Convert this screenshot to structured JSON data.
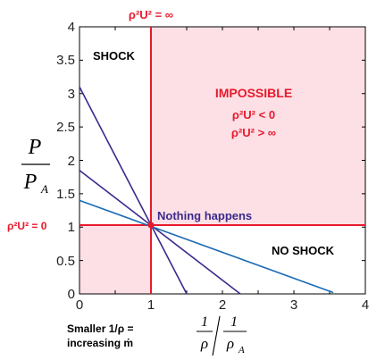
{
  "top_label": "ρ²U² = ∞",
  "left_label": "ρ²U² = 0",
  "region_shock": "SHOCK",
  "region_no_shock": "NO SHOCK",
  "region_impossible": "IMPOSSIBLE",
  "impossible_cond_1": "ρ²U² < 0",
  "impossible_cond_2": "ρ²U² > ∞",
  "center_label": "Nothing happens",
  "note_line1": "Smaller 1/ρ =",
  "note_line2": "increasing ṁ",
  "y_axis": {
    "num": "P",
    "den_main": "P",
    "den_sub": "A"
  },
  "x_axis": {
    "num1": "1",
    "den1": "ρ",
    "num2": "1",
    "den2_main": "ρ",
    "den2_sub": "A"
  },
  "x_ticks": [
    "0",
    "1",
    "2",
    "3",
    "4"
  ],
  "y_ticks": [
    "0",
    "0.5",
    "1",
    "1.5",
    "2",
    "2.5",
    "3",
    "3.5",
    "4"
  ],
  "colors": {
    "red": "#e8192c",
    "pink": "#fde0e6",
    "purple": "#3a2a8c",
    "blue": "#1b6cb5"
  },
  "chart_data": {
    "type": "line",
    "xlim": [
      0,
      4
    ],
    "ylim": [
      0,
      4
    ],
    "rayleigh_lines": [
      {
        "x": [
          0,
          1.5
        ],
        "y": [
          3.1,
          0
        ]
      },
      {
        "x": [
          0,
          2.25
        ],
        "y": [
          1.85,
          0
        ]
      },
      {
        "x": [
          0,
          3.55
        ],
        "y": [
          1.4,
          0.02
        ]
      }
    ],
    "hline_y": 1,
    "vline_x": 1
  }
}
